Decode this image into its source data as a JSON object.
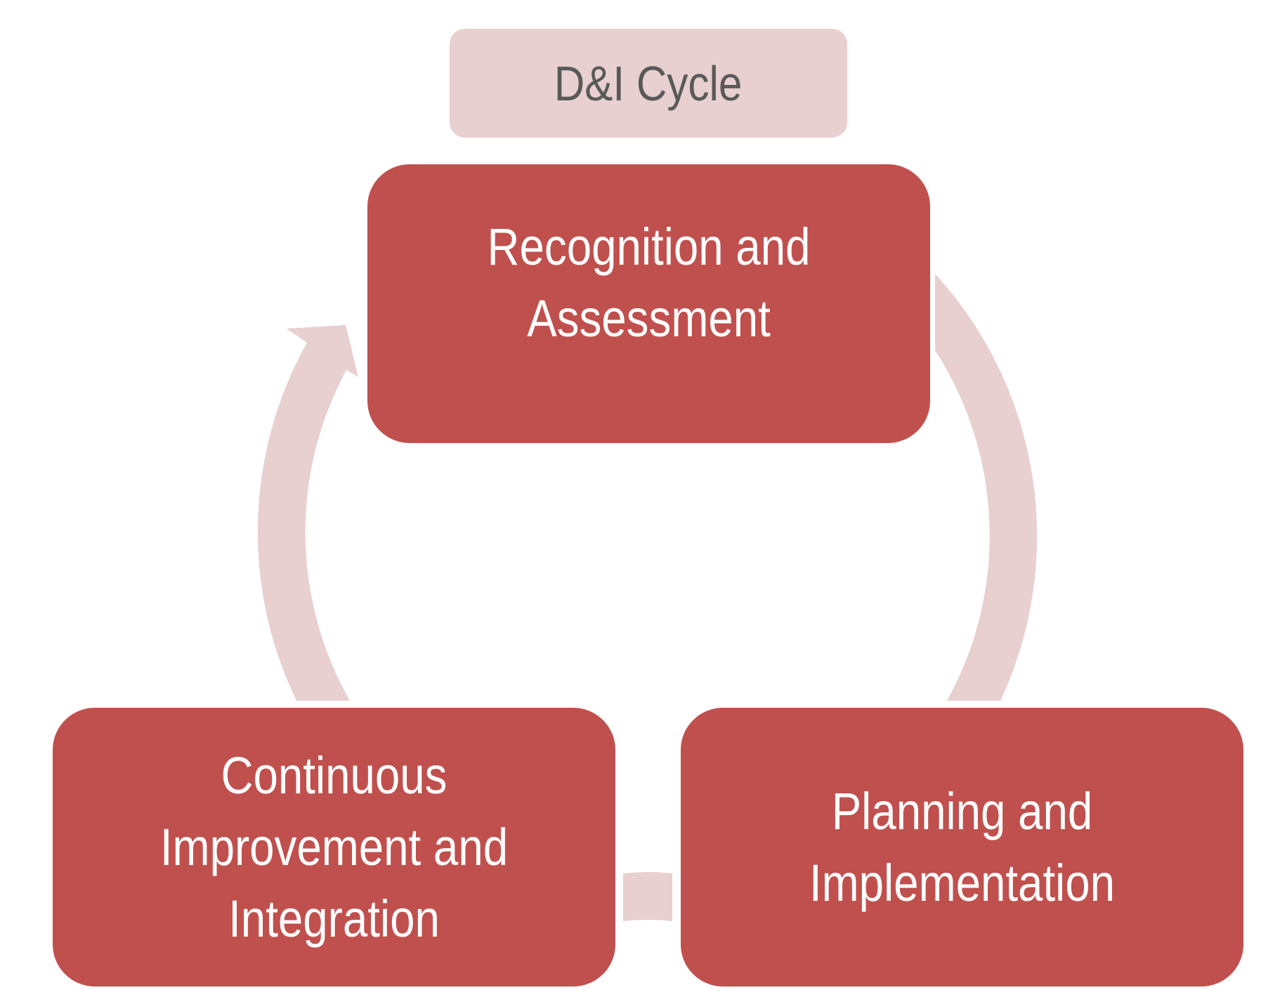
{
  "diagram": {
    "title": "D&I Cycle",
    "type": "cycle",
    "colors": {
      "node_fill": "#C0504D",
      "node_text": "#FFFFFF",
      "arrow_fill": "#E8CFD0",
      "title_fill": "#E8CFD0",
      "title_text": "#595959"
    },
    "nodes": [
      {
        "id": "recognition",
        "label": "Recognition and\nAssessment"
      },
      {
        "id": "planning",
        "label": "Planning and\nImplementation"
      },
      {
        "id": "improvement",
        "label": "Continuous\nImprovement and\nIntegration"
      }
    ],
    "flow": [
      {
        "from": "recognition",
        "to": "planning"
      },
      {
        "from": "planning",
        "to": "improvement"
      },
      {
        "from": "improvement",
        "to": "recognition"
      }
    ]
  }
}
